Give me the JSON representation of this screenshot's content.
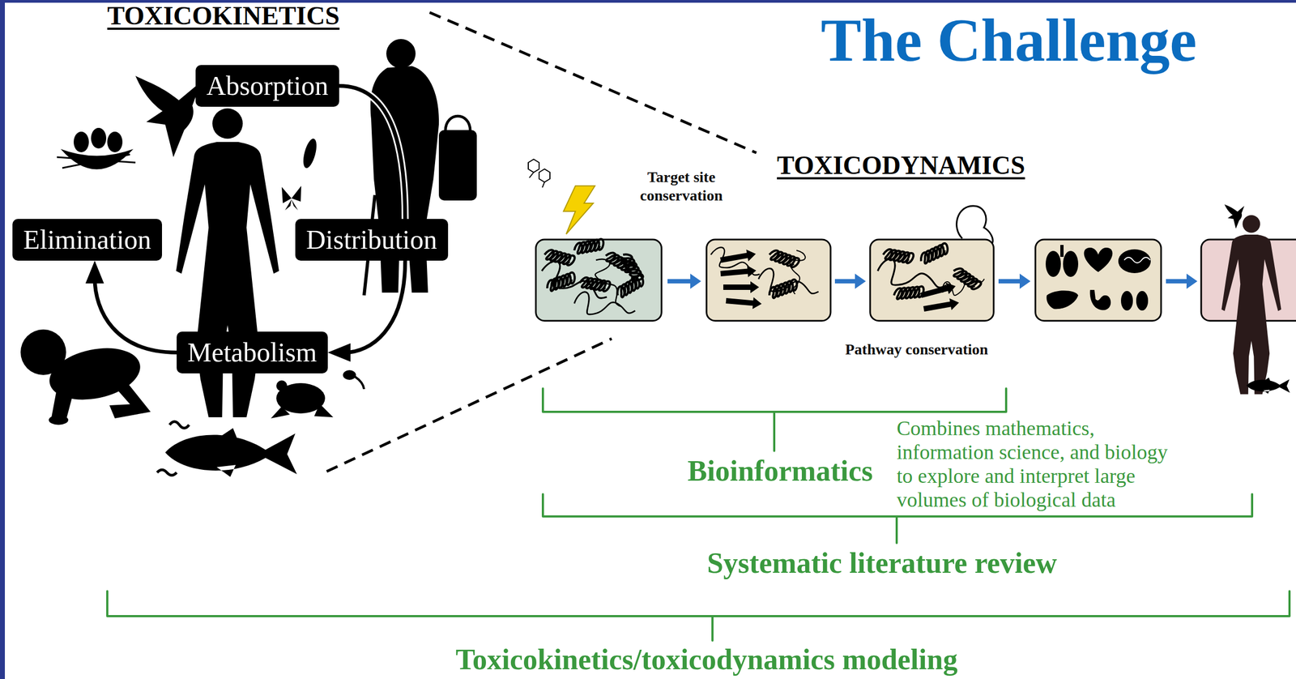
{
  "diagram": {
    "title": "The Challenge",
    "nodes": [
      {
        "text": [
          "Absorption"
        ]
      },
      {
        "text": [
          "Elimination"
        ]
      },
      {
        "text": [
          "Distribution"
        ]
      },
      {
        "text": [
          "Metabolism"
        ]
      }
    ],
    "edges": [
      {
        "from": 0,
        "to": 2,
        "arrow": "none"
      },
      {
        "from": 2,
        "to": 3,
        "arrow": "to"
      },
      {
        "from": 3,
        "to": 1,
        "arrow": "to"
      }
    ],
    "labels": [
      "TOXICOKINETICS",
      "TOXICODYNAMICS",
      "Target site conservation",
      "Pathway conservation",
      "Bioinformatics",
      "Combines mathematics, information science, and biology to explore and interpret large volumes of biological data",
      "Systematic literature review",
      "Toxicokinetics/toxicodynamics modeling"
    ]
  }
}
